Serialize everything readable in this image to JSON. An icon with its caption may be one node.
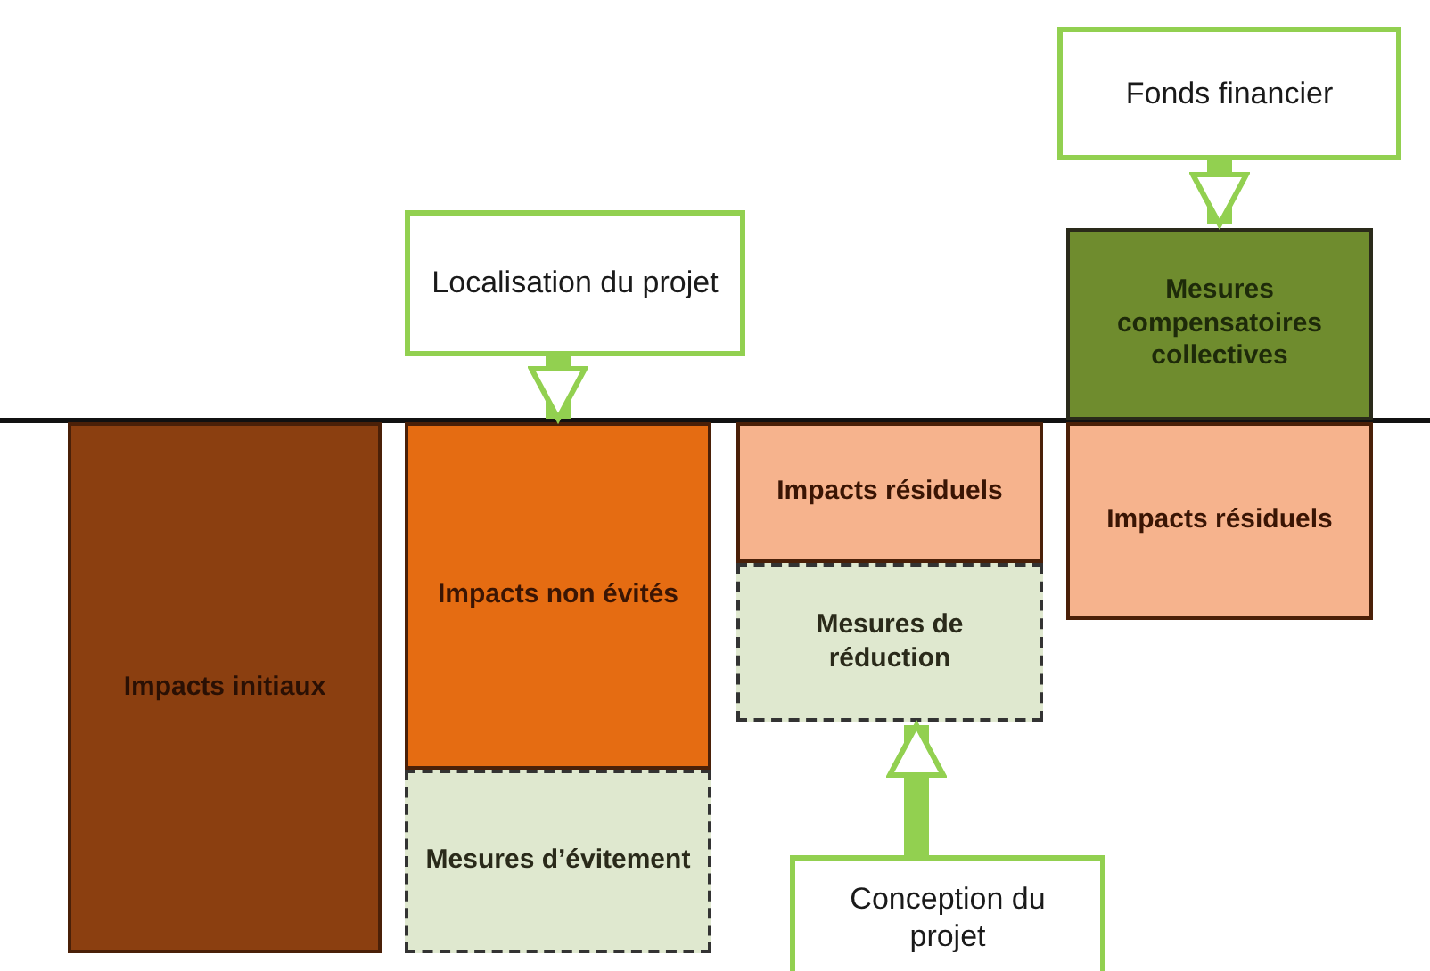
{
  "diagram": {
    "nodes": [
      {
        "text": [
          "Fonds financier"
        ]
      },
      {
        "text": [
          "Localisation du projet"
        ]
      },
      {
        "text": [
          "Mesures compensatoires collectives"
        ]
      },
      {
        "text": [
          "Impacts initiaux"
        ]
      },
      {
        "text": [
          "Impacts non évités"
        ]
      },
      {
        "text": [
          "Impacts résiduels"
        ]
      },
      {
        "text": [
          "Impacts résiduels"
        ]
      },
      {
        "text": [
          "Mesures d’évitement"
        ]
      },
      {
        "text": [
          "Mesures de réduction"
        ]
      },
      {
        "text": [
          "Conception du projet"
        ]
      }
    ],
    "edges": [
      {
        "from": 0,
        "to": 2,
        "arrow": "to"
      },
      {
        "from": 1,
        "to": 4,
        "arrow": "to"
      },
      {
        "from": 9,
        "to": 8,
        "arrow": "to"
      }
    ]
  }
}
